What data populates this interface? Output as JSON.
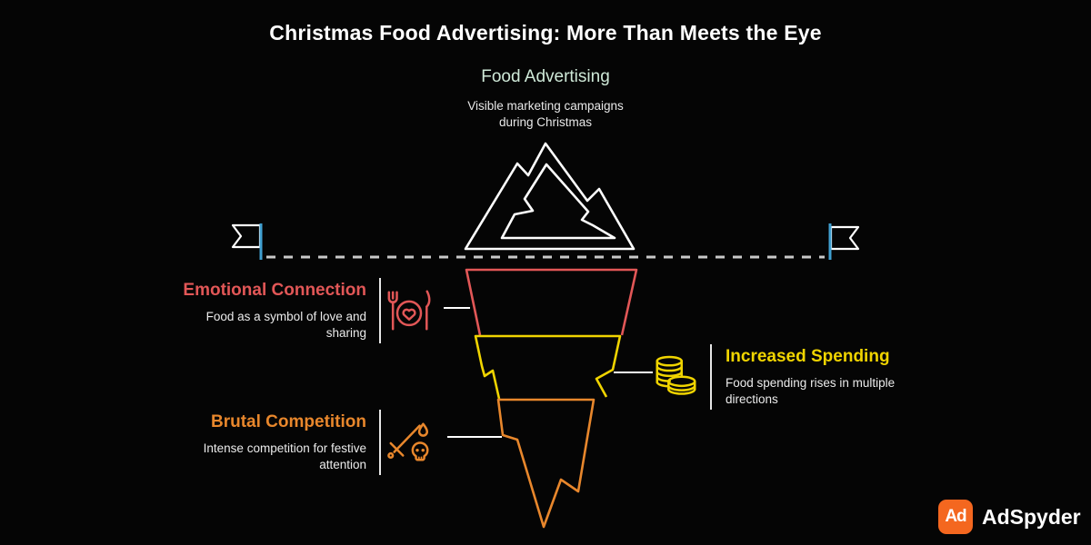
{
  "header": {
    "title": "Christmas Food Advertising: More Than Meets the Eye"
  },
  "surface": {
    "label": "Food Advertising",
    "description": "Visible marketing campaigns during Christmas",
    "label_color": "#cfe9d8",
    "icon": "mountain-icon"
  },
  "waterline": {
    "style": "dashed",
    "line_color": "#c9c9c9",
    "flag_color": "#ffffff",
    "flag_pole_color": "#3f9fd0",
    "left_icon": "flag-icon",
    "right_icon": "flag-icon"
  },
  "layers": [
    {
      "label": "Emotional Connection",
      "description": "Food as a symbol of love and sharing",
      "color": "#e25757",
      "icon": "fork-plate-heart-icon",
      "side": "left"
    },
    {
      "label": "Increased Spending",
      "description": "Food spending rises in multiple directions",
      "color": "#f0d400",
      "icon": "coins-icon",
      "side": "right"
    },
    {
      "label": "Brutal Competition",
      "description": "Intense competition for festive attention",
      "color": "#e8872c",
      "icon": "sword-skull-icon",
      "side": "left"
    }
  ],
  "footer": {
    "logo_text": "Ad",
    "brand": "AdSpyder",
    "logo_color": "#f4671f"
  },
  "colors": {
    "background": "#050505",
    "text_primary": "#ffffff",
    "text_secondary": "#ebebeb"
  }
}
